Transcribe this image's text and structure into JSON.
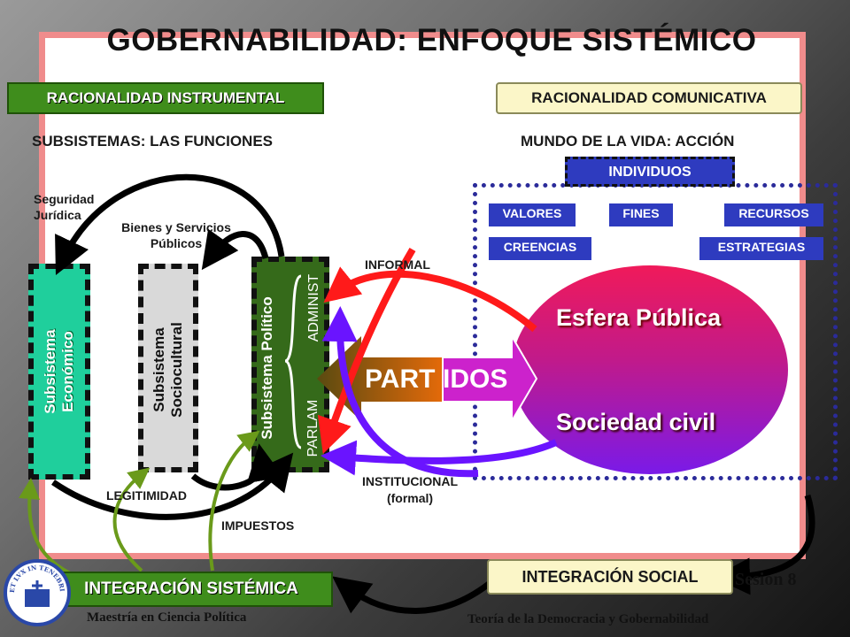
{
  "title": "GOBERNABILIDAD: ENFOQUE SISTÉMICO",
  "left": {
    "header": "RACIONALIDAD INSTRUMENTAL",
    "subtitle": "SUBSISTEMAS: LAS FUNCIONES",
    "seguridad": [
      "Seguridad",
      "Jurídica"
    ],
    "bienes": [
      "Bienes y Servicios",
      "Públicos"
    ],
    "economico": [
      "Subsistema",
      "Económico"
    ],
    "sociocultural": [
      "Subsistema",
      "Sociocultural"
    ],
    "politico": "Subsistema Político",
    "administ": "ADMINIST",
    "parlam": "PARLAM",
    "legitimidad": "LEGITIMIDAD",
    "impuestos": "IMPUESTOS",
    "integracion": "INTEGRACIÓN SISTÉMICA"
  },
  "right": {
    "header": "RACIONALIDAD COMUNICATIVA",
    "subtitle": "MUNDO DE LA VIDA: ACCIÓN",
    "individuos": "INDIVIDUOS",
    "valores": "VALORES",
    "fines": "FINES",
    "recursos": "RECURSOS",
    "creencias": "CREENCIAS",
    "estrategias": "ESTRATEGIAS",
    "esfera": "Esfera Pública",
    "sociedad": "Sociedad civil",
    "integracion": "INTEGRACIÓN SOCIAL",
    "sesion": "Sesion 8"
  },
  "center": {
    "partidos_a": "PART",
    "partidos_b": "IDOS",
    "informal": "INFORMAL",
    "institucional": [
      "INSTITUCIONAL",
      "(formal)"
    ]
  },
  "footer": {
    "left": "Maestría en Ciencia Política",
    "right": "Teoría de la Democracia y Gobernabilidad"
  },
  "seal": {
    "text": "ET LVX IN TENEBRIS LVCET"
  },
  "colors": {
    "frame": "#f08c8c",
    "green": "#3f8d1c",
    "cream": "#fbf6c8",
    "blue": "#2e3bbf",
    "teal": "#1fcf9c",
    "arrow_red": "#ff1a1a",
    "arrow_purple": "#6a14ff",
    "arrow_olive": "#6a9a1a"
  }
}
